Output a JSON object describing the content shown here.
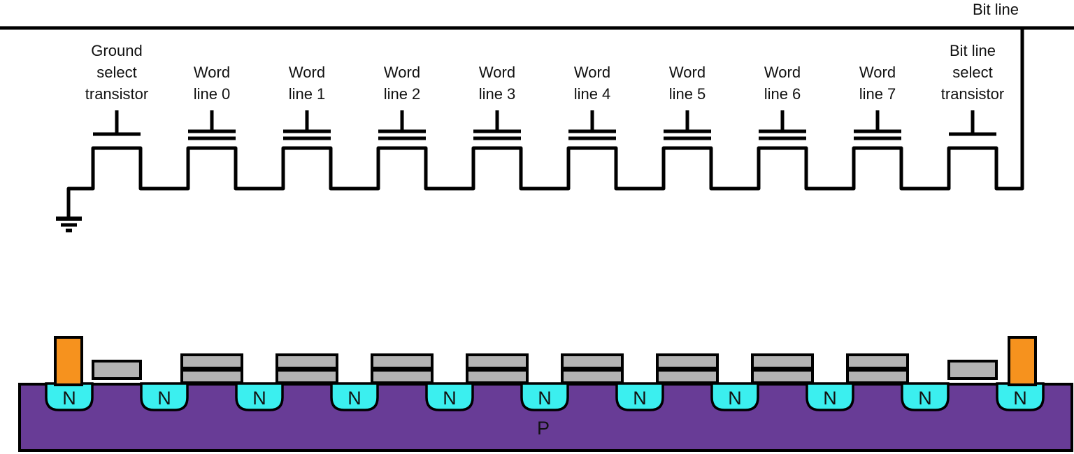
{
  "colors": {
    "wire": "#000000",
    "substrate_fill": "#683C96",
    "n_well_fill": "#3BEFEF",
    "gate_fill": "#B3B3B3",
    "contact_fill": "#F6921E"
  },
  "schematic": {
    "bit_line_label": "Bit line",
    "ground_select_label": "Ground select transistor",
    "bit_line_select_label": "Bit line select transistor",
    "word_line_labels": [
      "Word line 0",
      "Word line 1",
      "Word line 2",
      "Word line 3",
      "Word line 4",
      "Word line 5",
      "Word line 6",
      "Word line 7"
    ]
  },
  "cross_section": {
    "n_region_label": "N",
    "p_substrate_label": "P"
  }
}
